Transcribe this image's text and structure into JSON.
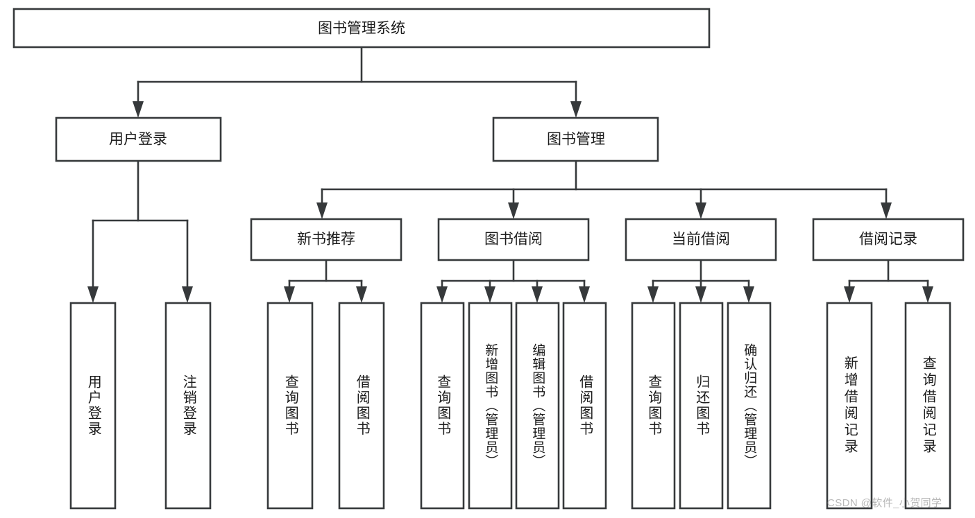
{
  "diagram": {
    "type": "tree-hierarchy",
    "title": "图书管理系统",
    "watermark": "CSDN @软件_小贺同学",
    "colors": {
      "box_stroke": "#36393b",
      "box_fill": "#ffffff",
      "text": "#1b1b1b",
      "connector": "#36393b",
      "watermark": "#b8b8b8",
      "background": "#ffffff"
    },
    "nodes": {
      "root": {
        "label": "图书管理系统",
        "orientation": "horizontal"
      },
      "level2": [
        {
          "id": "user-login",
          "label": "用户登录",
          "orientation": "horizontal"
        },
        {
          "id": "book-management",
          "label": "图书管理",
          "orientation": "horizontal"
        }
      ],
      "level3": [
        {
          "id": "new-book-recommend",
          "label": "新书推荐",
          "orientation": "horizontal"
        },
        {
          "id": "book-borrow",
          "label": "图书借阅",
          "orientation": "horizontal"
        },
        {
          "id": "current-borrow",
          "label": "当前借阅",
          "orientation": "horizontal"
        },
        {
          "id": "borrow-record",
          "label": "借阅记录",
          "orientation": "horizontal"
        }
      ],
      "leaves": [
        {
          "id": "leaf-user-login",
          "label": "用户登录",
          "parent": "user-login",
          "orientation": "vertical"
        },
        {
          "id": "leaf-logout-login",
          "label": "注销登录",
          "parent": "user-login",
          "orientation": "vertical"
        },
        {
          "id": "leaf-query-book-1",
          "label": "查询图书",
          "parent": "new-book-recommend",
          "orientation": "vertical"
        },
        {
          "id": "leaf-borrow-book-1",
          "label": "借阅图书",
          "parent": "new-book-recommend",
          "orientation": "vertical"
        },
        {
          "id": "leaf-query-book-2",
          "label": "查询图书",
          "parent": "book-borrow",
          "orientation": "vertical"
        },
        {
          "id": "leaf-add-book",
          "label": "新增图书（管理员）",
          "parent": "book-borrow",
          "orientation": "vertical"
        },
        {
          "id": "leaf-edit-book",
          "label": "编辑图书（管理员）",
          "parent": "book-borrow",
          "orientation": "vertical"
        },
        {
          "id": "leaf-borrow-book-2",
          "label": "借阅图书",
          "parent": "book-borrow",
          "orientation": "vertical"
        },
        {
          "id": "leaf-query-book-3",
          "label": "查询图书",
          "parent": "current-borrow",
          "orientation": "vertical"
        },
        {
          "id": "leaf-return-book",
          "label": "归还图书",
          "parent": "current-borrow",
          "orientation": "vertical"
        },
        {
          "id": "leaf-confirm-return",
          "label": "确认归还（管理员）",
          "parent": "current-borrow",
          "orientation": "vertical"
        },
        {
          "id": "leaf-add-record",
          "label": "新增借阅记录",
          "parent": "borrow-record",
          "orientation": "vertical"
        },
        {
          "id": "leaf-query-record",
          "label": "查询借阅记录",
          "parent": "borrow-record",
          "orientation": "vertical"
        }
      ]
    }
  }
}
